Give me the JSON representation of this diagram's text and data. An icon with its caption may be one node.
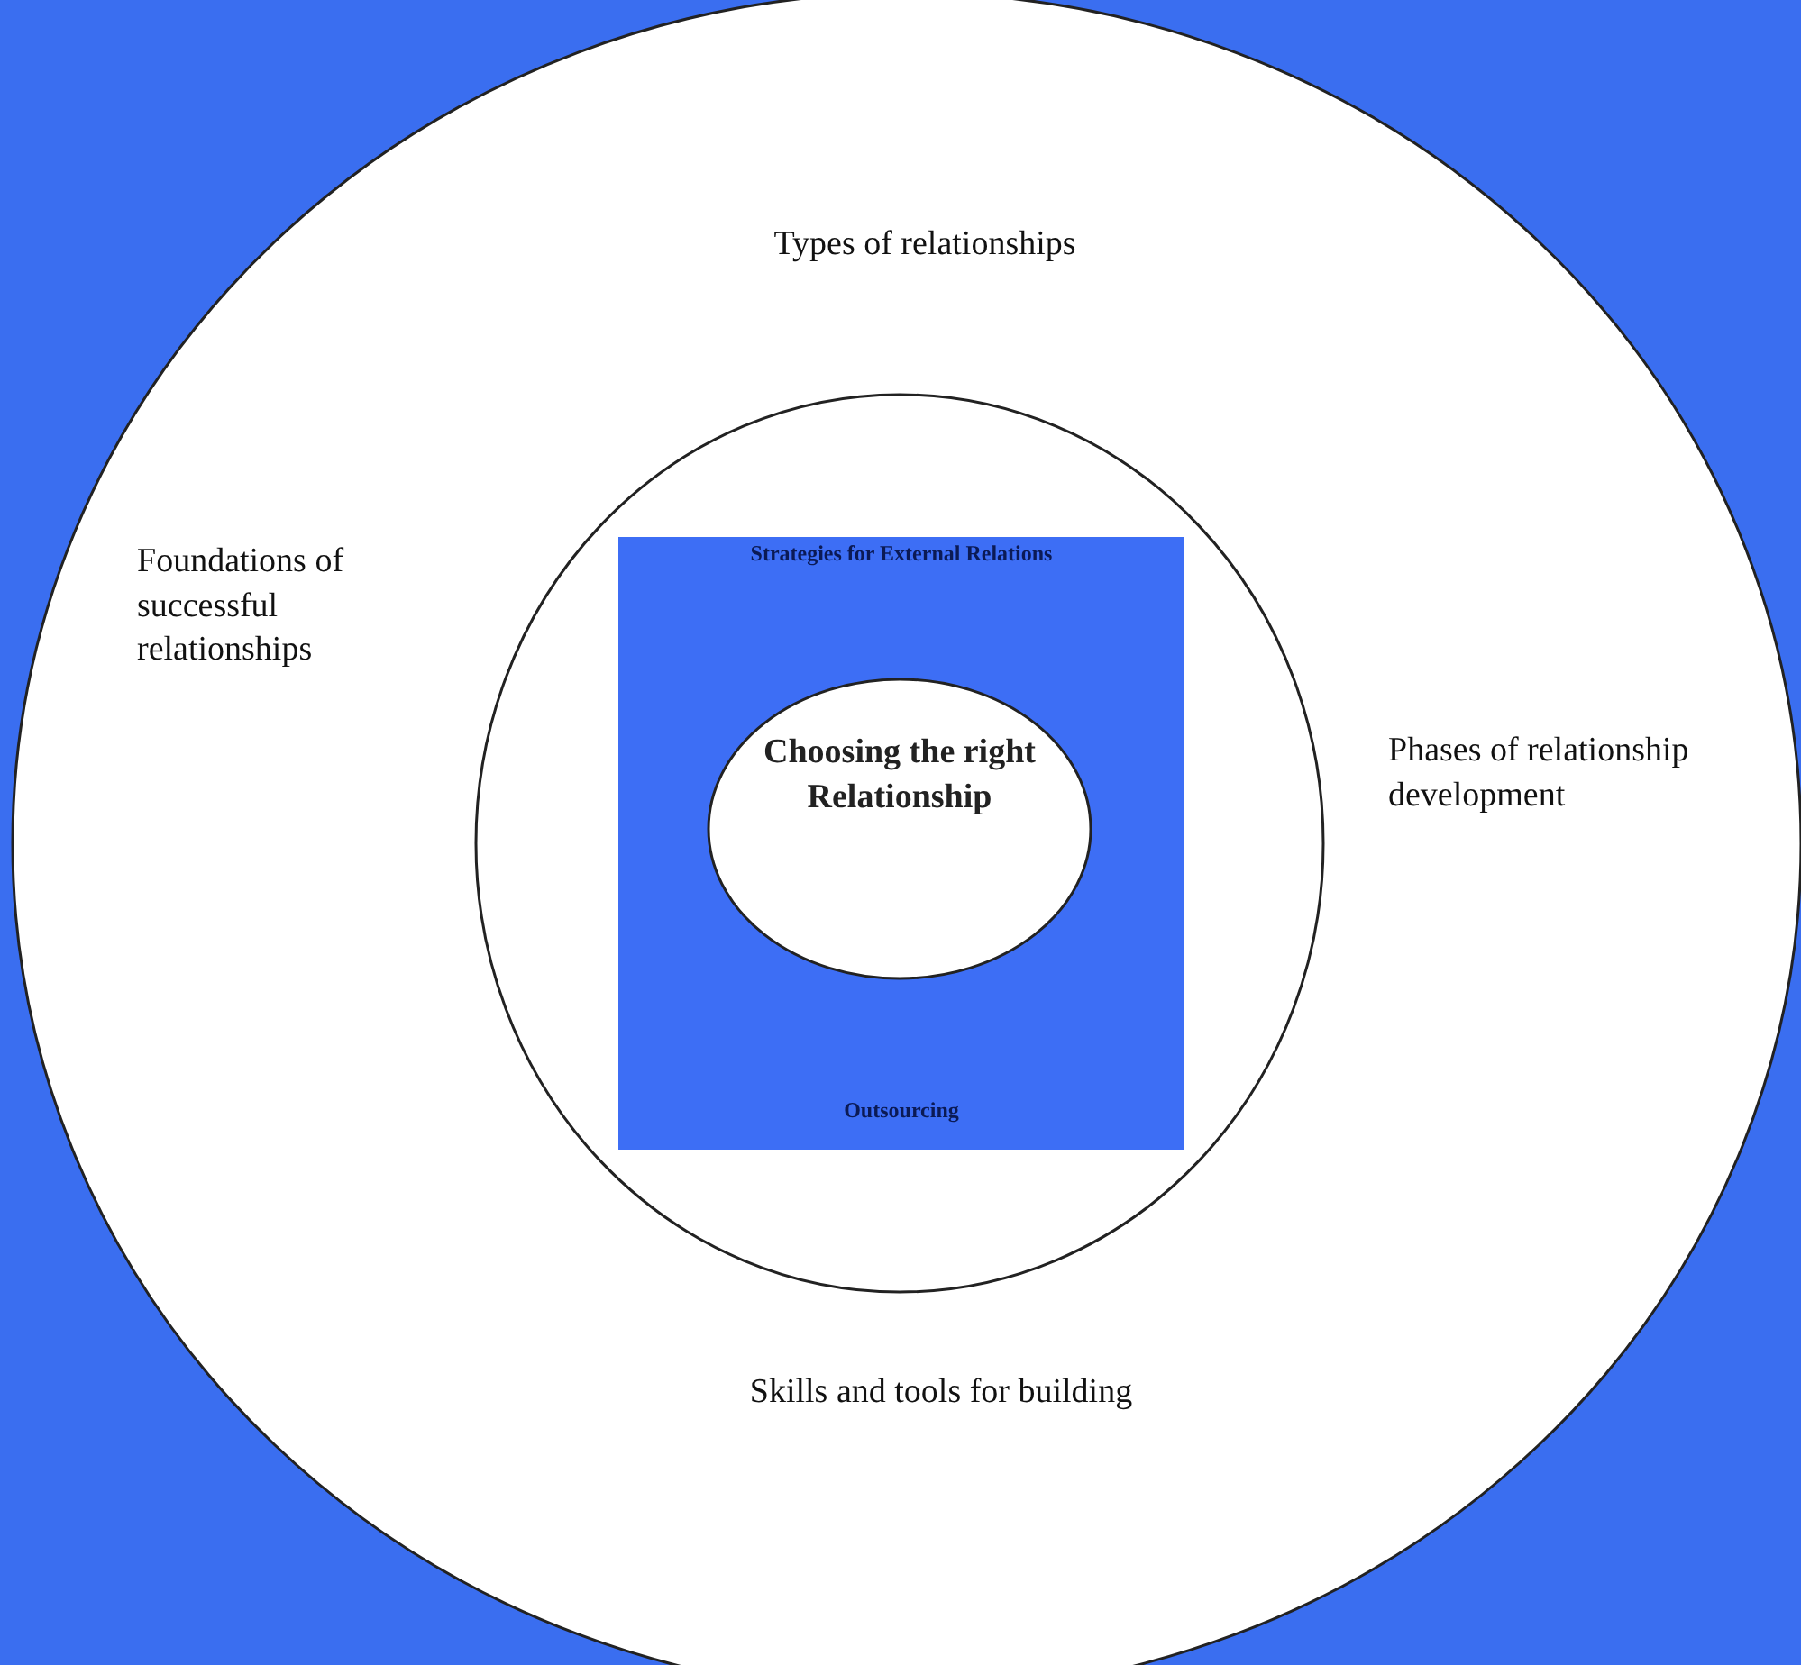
{
  "diagram": {
    "nodes": [
      {
        "text": [
          "Types of relationships",
          "Foundations of successful relationships",
          "Phases of relationship development",
          "Skills and tools for building"
        ]
      },
      {
        "text": [],
        "shape": "circle",
        "in": 0
      },
      {
        "text": [
          "Strategies for External Relations",
          "Outsourcing"
        ],
        "in": 1
      },
      {
        "text": [
          "Choosing the right Relationship"
        ],
        "in": 2
      }
    ]
  }
}
